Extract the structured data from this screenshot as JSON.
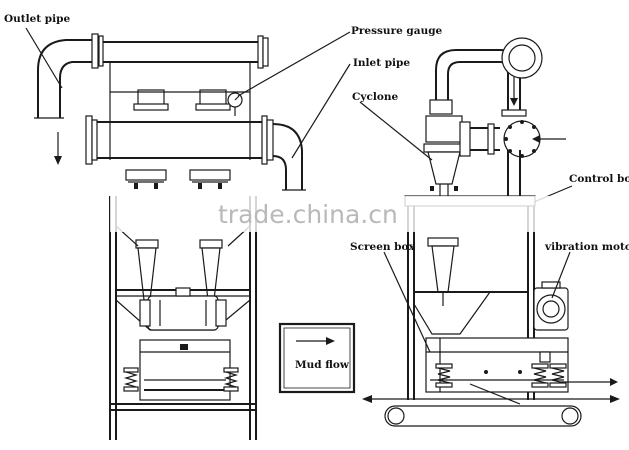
{
  "labels": {
    "outlet_pipe": "Outlet pipe",
    "pressure_gauge": "Pressure gauge",
    "inlet_pipe": "Inlet pipe",
    "cyclone": "Cyclone",
    "control_box": "Control box",
    "screen_box": "Screen box",
    "vibration_motor": "vibration motor",
    "mud_flow": "Mud flow"
  },
  "watermark": "trade.china.cn",
  "colors": {
    "line": "#1a1a1a",
    "background": "#ffffff",
    "watermark": "#b9b9b9"
  }
}
